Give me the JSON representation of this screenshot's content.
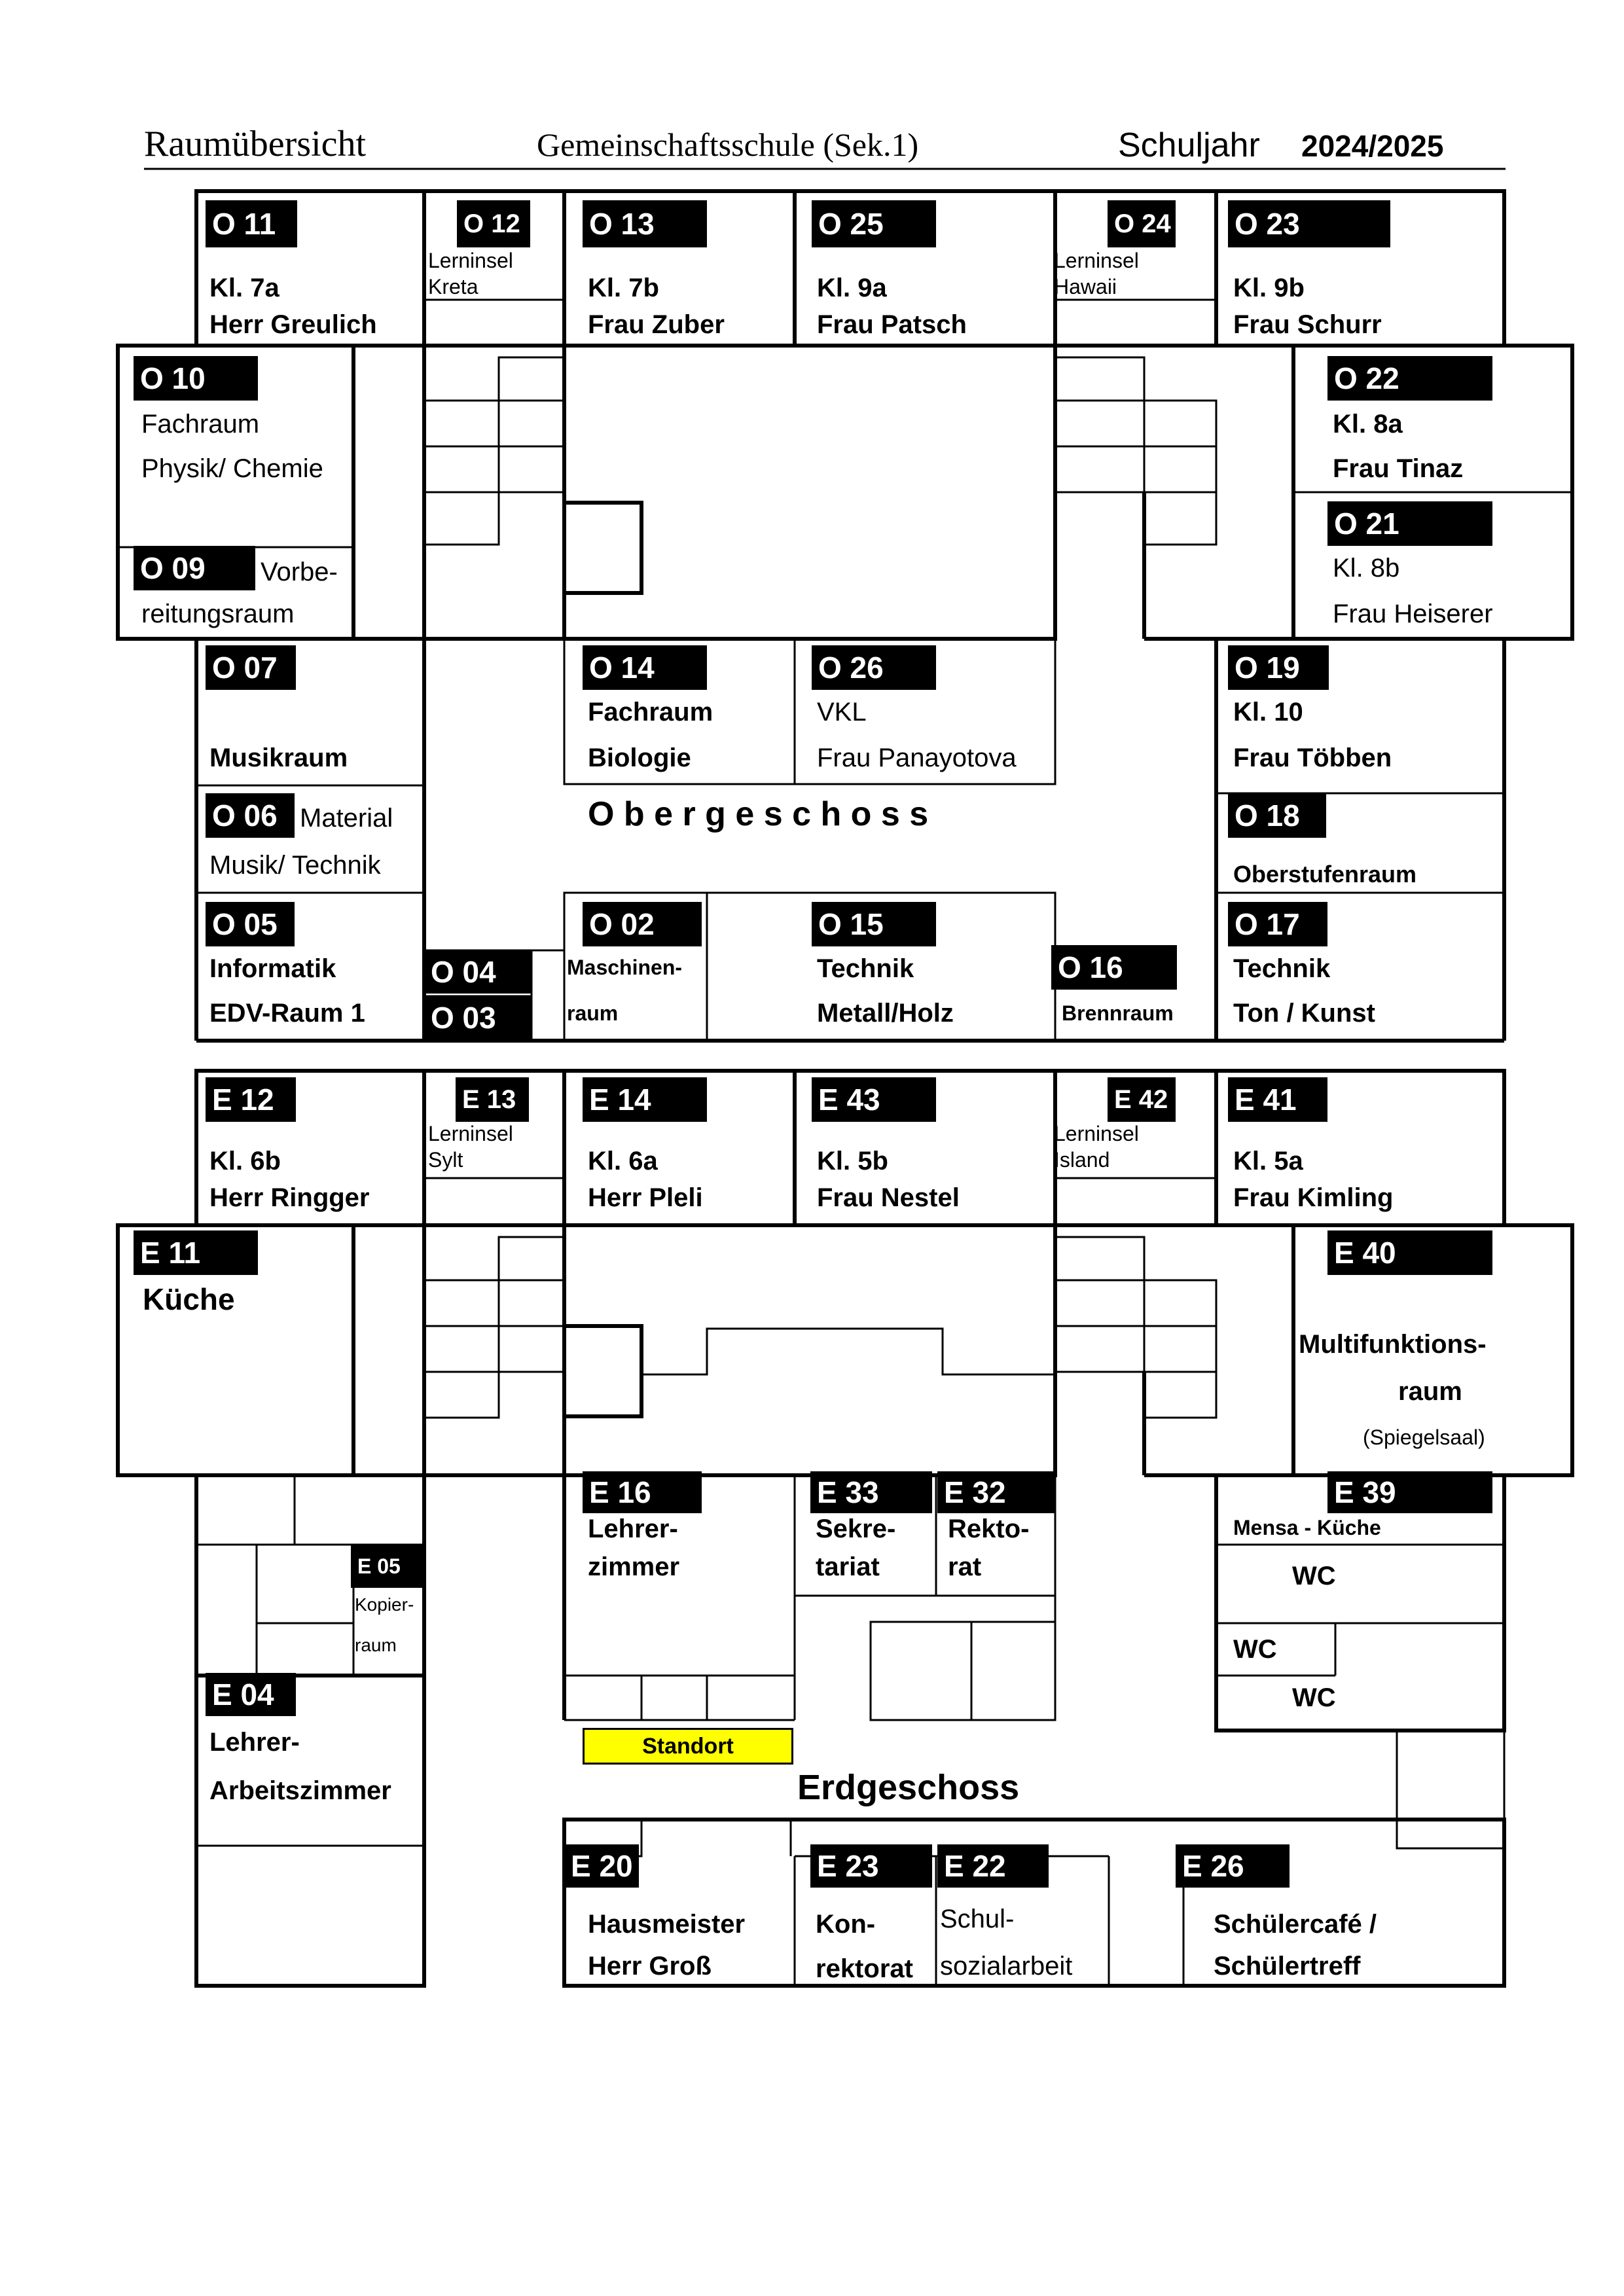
{
  "header": {
    "title": "Raumübersicht",
    "school": "Gemeinschaftsschule (Sek.1)",
    "year_label": "Schuljahr",
    "year": "2024/2025"
  },
  "floors": {
    "upper": "O b e r g e s c h o s s",
    "ground": "Erdgeschoss"
  },
  "standort": "Standort",
  "rooms": {
    "o11": {
      "id": "O 11",
      "l1": "Kl. ​7a",
      "l2": "Herr Greulich"
    },
    "o12": {
      "id": "O 12",
      "l1": "Lerninsel",
      "l2": "Kreta"
    },
    "o13": {
      "id": "O 13",
      "l1": "Kl. 7b",
      "l2": "Frau Zuber"
    },
    "o25": {
      "id": "O 25",
      "l1": "Kl. 9a",
      "l2": "Frau Patsch"
    },
    "o24": {
      "id": "O 24",
      "l1": "Lerninsel",
      "l2": "Hawaii"
    },
    "o23": {
      "id": "O 23",
      "l1": "Kl. 9b",
      "l2": "Frau Schurr"
    },
    "o10": {
      "id": "O 10",
      "l1": "Fachraum",
      "l2": "Physik/ Chemie"
    },
    "o09": {
      "id": "O 09",
      "l1": "Vorbe-",
      "l2": "reitungsraum"
    },
    "o22": {
      "id": "O 22",
      "l1": "Kl. 8a",
      "l2": "Frau Tinaz"
    },
    "o21": {
      "id": "O 21",
      "l1": "Kl. 8b",
      "l2": "Frau Heiserer"
    },
    "o07": {
      "id": "O 07",
      "l1": "Musikraum"
    },
    "o14": {
      "id": "O 14",
      "l1": "Fachraum",
      "l2": "Biologie"
    },
    "o26": {
      "id": "O 26",
      "l1": "VKL",
      "l2": "Frau Panayotova"
    },
    "o19": {
      "id": "O 19",
      "l1": "Kl. 10",
      "l2": "Frau Többen"
    },
    "o06": {
      "id": "O 06",
      "l1": "Material",
      "l2": "Musik/ Technik"
    },
    "o18": {
      "id": "O 18",
      "l1": "Oberstufenraum"
    },
    "o05": {
      "id": "O 05",
      "l1": "Informatik",
      "l2": "EDV-Raum 1"
    },
    "o04": {
      "id": "O 04"
    },
    "o03": {
      "id": "O 03"
    },
    "o02": {
      "id": "O 02",
      "l1": "Maschinen-",
      "l2": "raum"
    },
    "o15": {
      "id": "O 15",
      "l1": "Technik",
      "l2": "Metall/Holz"
    },
    "o16": {
      "id": "O 16",
      "l1": "Brennraum"
    },
    "o17": {
      "id": "O 17",
      "l1": "Technik",
      "l2": "Ton / Kunst"
    },
    "e12": {
      "id": "E 12",
      "l1": "Kl. 6b",
      "l2": "Herr Ringger"
    },
    "e13": {
      "id": "E 13",
      "l1": "Lerninsel",
      "l2": "Sylt"
    },
    "e14": {
      "id": "E 14",
      "l1": "Kl. 6a",
      "l2": "Herr Pleli"
    },
    "e43": {
      "id": "E 43",
      "l1": "Kl. 5b",
      "l2": "Frau Nestel"
    },
    "e42": {
      "id": "E 42",
      "l1": "Lerninsel",
      "l2": "Island"
    },
    "e41": {
      "id": "E 41",
      "l1": "Kl. 5a",
      "l2": "Frau Kimling"
    },
    "e11": {
      "id": "E 11",
      "l1": "Küche"
    },
    "e40": {
      "id": "E 40",
      "l1": "Multifunktions-",
      "l2": "raum",
      "l3": "(Spiegelsaal)"
    },
    "e16": {
      "id": "E 16",
      "l1": "Lehrer-",
      "l2": "zimmer"
    },
    "e33": {
      "id": "E 33",
      "l1": "Sekre-",
      "l2": "tariat"
    },
    "e32": {
      "id": "E 32",
      "l1": "Rekto-",
      "l2": "rat"
    },
    "e39": {
      "id": "E 39",
      "l1": "Mensa - Küche",
      "wc1": "WC",
      "wc2": "WC",
      "wc3": "WC"
    },
    "e05": {
      "id": "E 05",
      "l1": "Kopier-",
      "l2": "raum"
    },
    "e04": {
      "id": "E 04",
      "l1": "Lehrer-",
      "l2": "Arbeitszimmer"
    },
    "e20": {
      "id": "E 20",
      "l1": "Hausmeister",
      "l2": "Herr Groß"
    },
    "e23": {
      "id": "E 23",
      "l1": "Kon-",
      "l2": "rektorat"
    },
    "e22": {
      "id": "E 22",
      "l1": "Schul-",
      "l2": "sozialarbeit"
    },
    "e26": {
      "id": "E 26",
      "l1": "Schülercafé /",
      "l2": "Schülertreff"
    }
  }
}
